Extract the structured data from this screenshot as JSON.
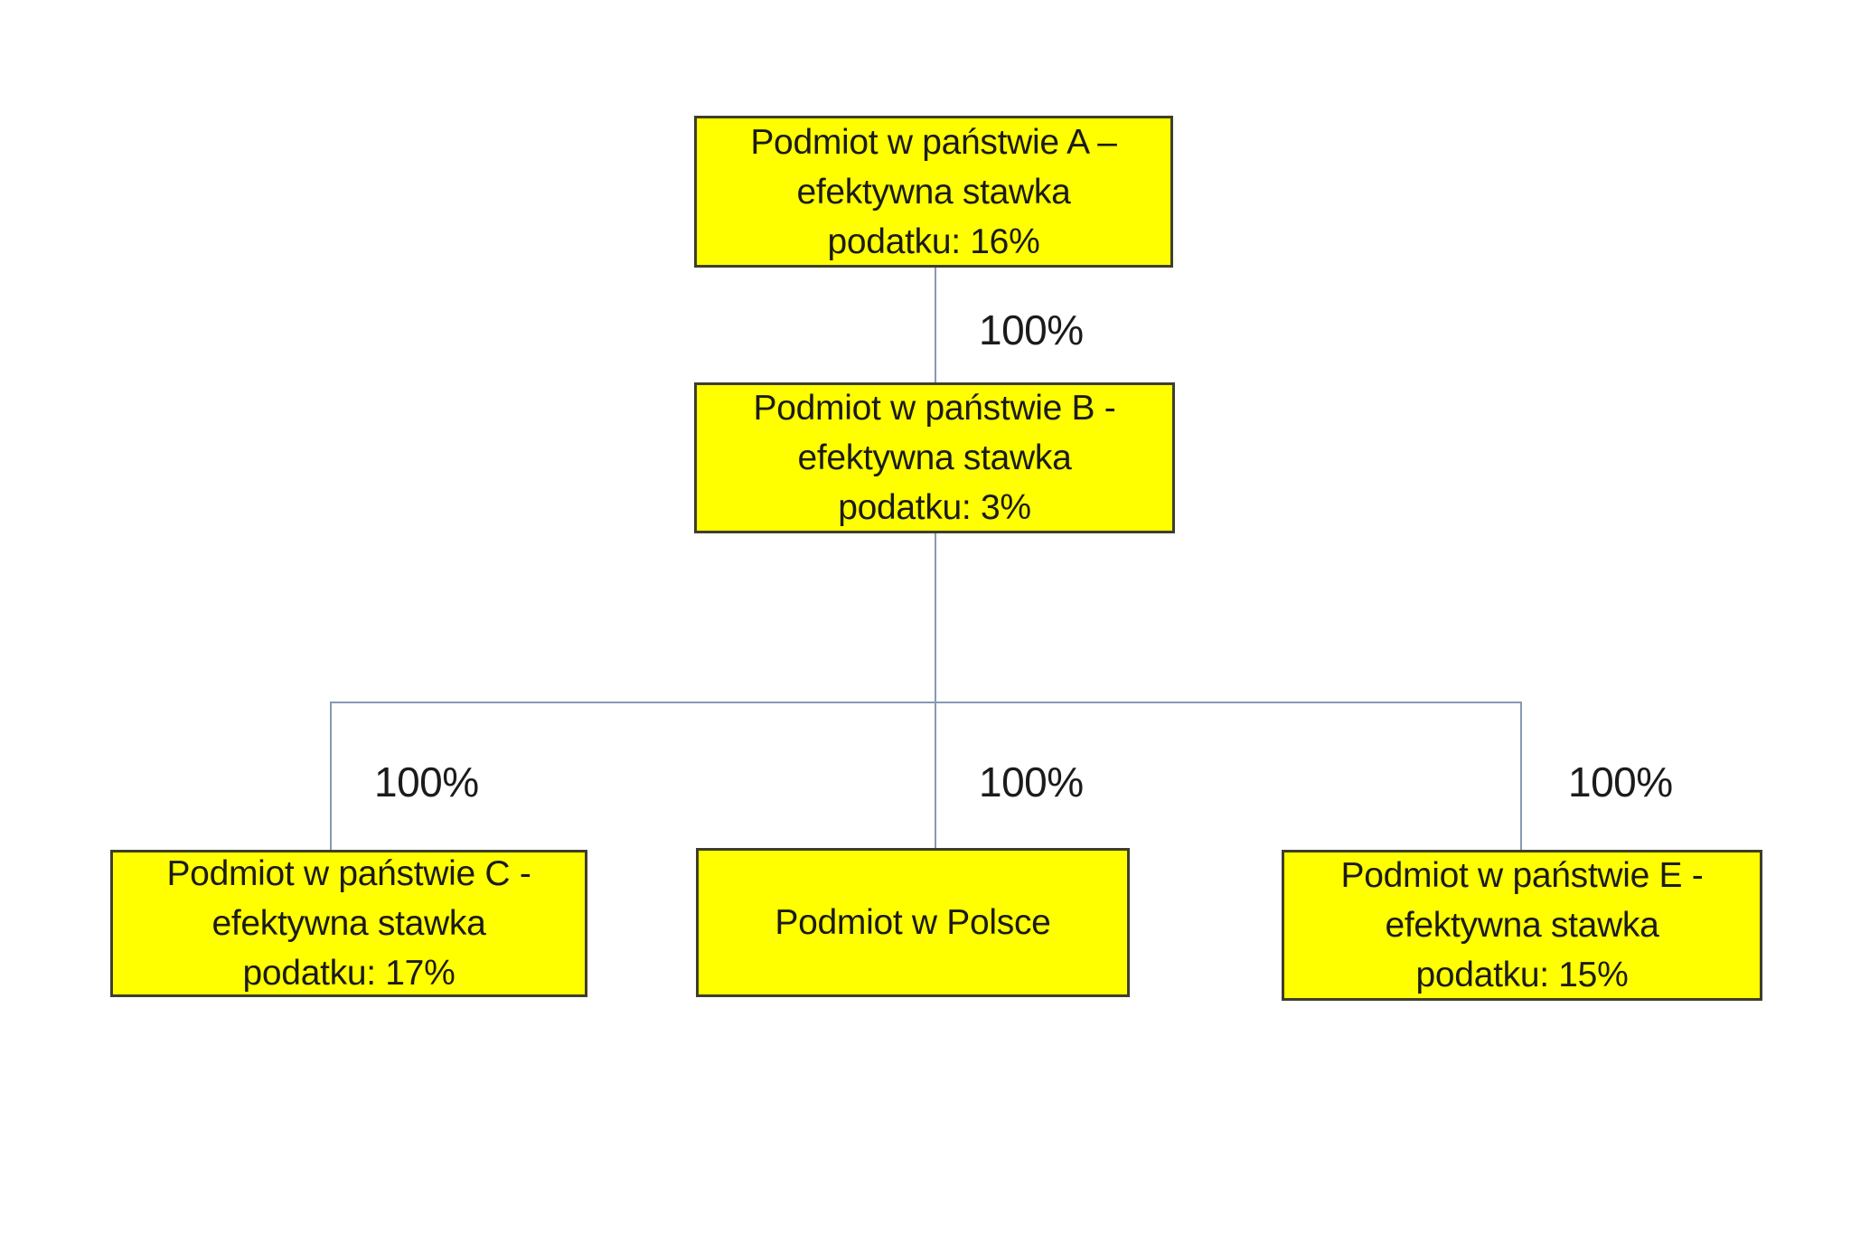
{
  "nodes": [
    {
      "id": "A",
      "lines": [
        "Podmiot w państwie A –",
        "efektywna stawka",
        "podatku: 16%"
      ]
    },
    {
      "id": "B",
      "lines": [
        "Podmiot w państwie B -",
        "efektywna stawka",
        "podatku: 3%"
      ]
    },
    {
      "id": "C",
      "lines": [
        "Podmiot w państwie C -",
        "efektywna stawka",
        "podatku: 17%"
      ]
    },
    {
      "id": "PL",
      "lines": [
        "Podmiot w Polsce"
      ]
    },
    {
      "id": "E",
      "lines": [
        "Podmiot w państwie E -",
        "efektywna stawka",
        "podatku: 15%"
      ]
    }
  ],
  "edge_labels": {
    "a_to_b": "100%",
    "b_to_c": "100%",
    "b_to_pl": "100%",
    "b_to_e": "100%"
  },
  "colors": {
    "node_fill": "#ffff00",
    "node_border": "#3e3e2c",
    "connector": "#8699b3",
    "text": "#1b1b1b"
  }
}
